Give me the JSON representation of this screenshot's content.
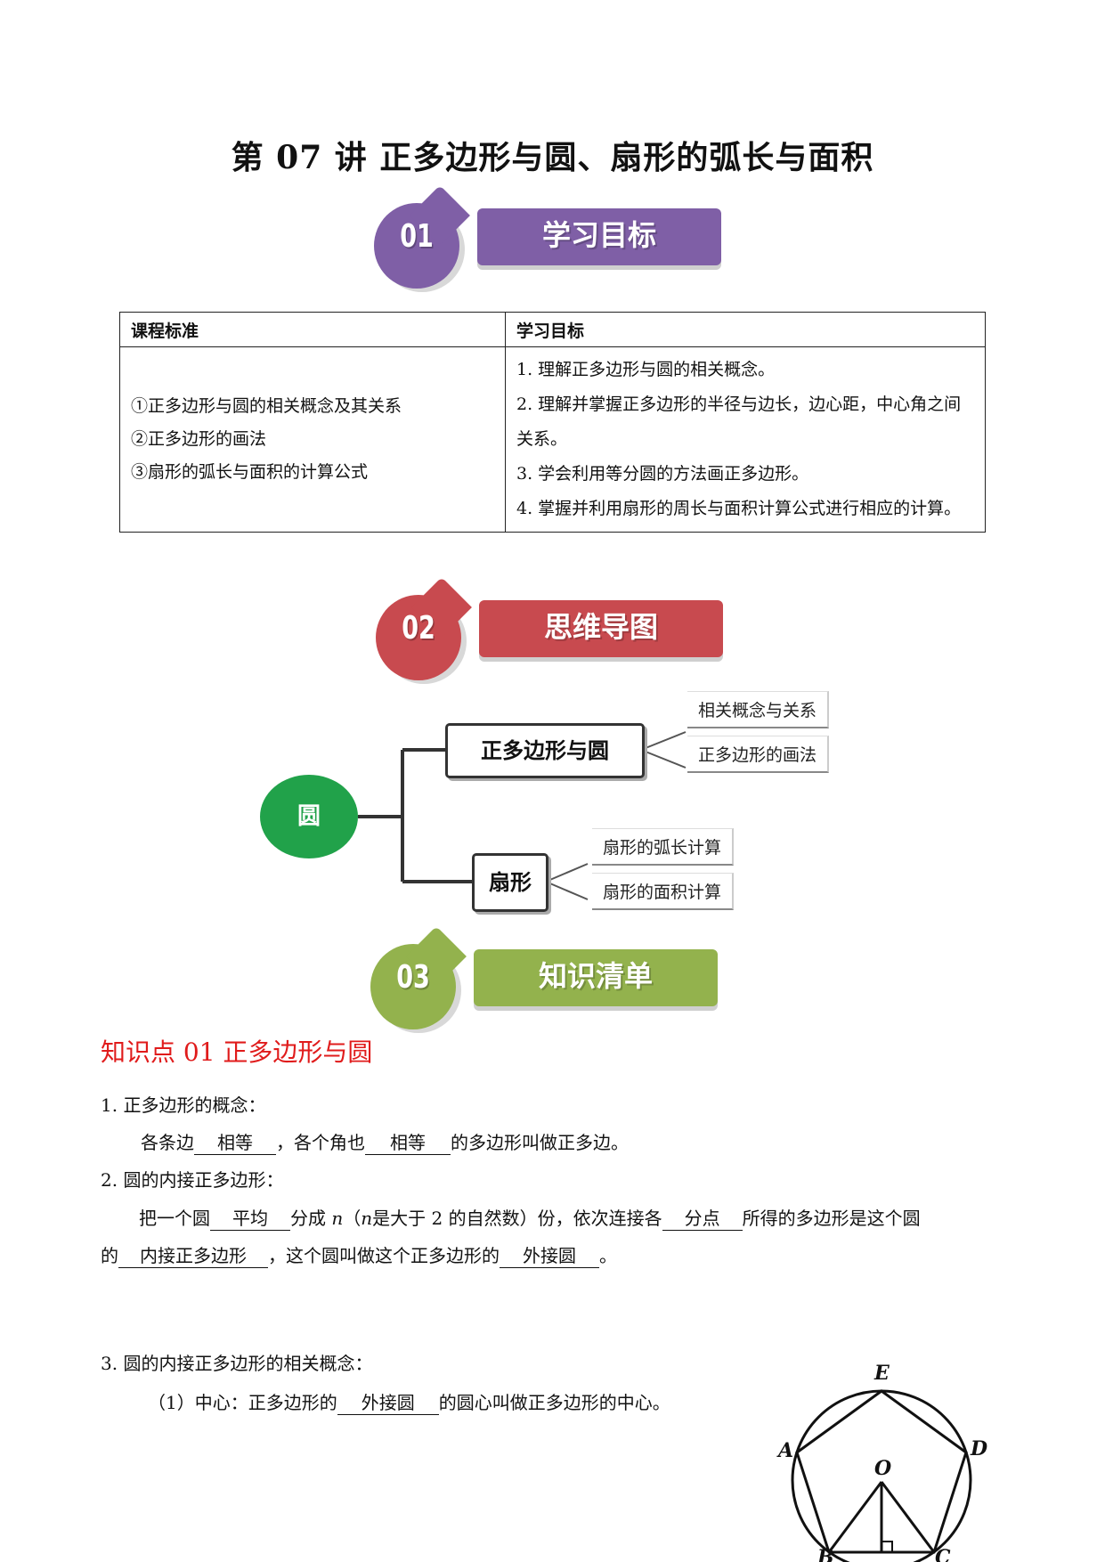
{
  "title": "第 07 讲  正多边形与圆、扇形的弧长与面积",
  "sections": [
    {
      "num": "01",
      "label": "学习目标",
      "badge_color": "#7f5fa6",
      "pill_color": "#7f5fa6"
    },
    {
      "num": "02",
      "label": "思维导图",
      "badge_color": "#c84a4f",
      "pill_color": "#c84a4f"
    },
    {
      "num": "03",
      "label": "知识清单",
      "badge_color": "#93b24d",
      "pill_color": "#93b24d"
    }
  ],
  "table": {
    "headers": [
      "课程标准",
      "学习目标"
    ],
    "standards": [
      "①正多边形与圆的相关概念及其关系",
      "②正多边形的画法",
      "③扇形的弧长与面积的计算公式"
    ],
    "goals": [
      "1. 理解正多边形与圆的相关概念。",
      "2. 理解并掌握正多边形的半径与边长，边心距，中心角之间关系。",
      "3. 学会利用等分圆的方法画正多边形。",
      "4. 掌握并利用扇形的周长与面积计算公式进行相应的计算。"
    ]
  },
  "mindmap": {
    "root": "圆",
    "branches": [
      {
        "label": "正多边形与圆",
        "leaves": [
          "相关概念与关系",
          "正多边形的画法"
        ]
      },
      {
        "label": "扇形",
        "leaves": [
          "扇形的弧长计算",
          "扇形的面积计算"
        ]
      }
    ]
  },
  "knowledge": {
    "heading": "知识点 01  正多边形与圆",
    "item1_title": "1. 正多边形的概念：",
    "item1": {
      "a": "各条边",
      "b1": "相等",
      "c": "，各个角也",
      "b2": "相等",
      "d": "的多边形叫做正多边。"
    },
    "item2_title": "2. 圆的内接正多边形：",
    "item2": {
      "a": "把一个圆",
      "b1": "平均",
      "c": "分成",
      "n": "n",
      "d": "（",
      "n2": "n",
      "e": "是大于 2 的自然数）份，依次连接各",
      "b2": "分点",
      "f": "所得的多边形是这个圆",
      "g": "的",
      "b3": "内接正多边形",
      "h": "，这个圆叫做这个正多边形的",
      "b4": "外接圆",
      "i": "。"
    },
    "item3_title": "3. 圆的内接正多边形的相关概念：",
    "item3_1": {
      "a": "（1）中心：正多边形的",
      "b": "外接圆",
      "c": "的圆心叫做正多边形的中心。"
    }
  },
  "figure": {
    "labels": {
      "E": "E",
      "A": "A",
      "D": "D",
      "O": "O",
      "B": "B",
      "C": "C"
    }
  }
}
